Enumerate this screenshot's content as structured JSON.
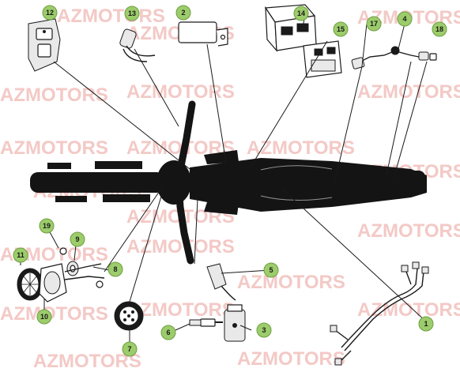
{
  "watermark": {
    "text": "AZMOTORS",
    "color": "#f3c9c6"
  },
  "badge_color": "#9ccc6b",
  "callouts": [
    {
      "label": "1"
    },
    {
      "label": "2"
    },
    {
      "label": "3"
    },
    {
      "label": "4"
    },
    {
      "label": "5"
    },
    {
      "label": "6"
    },
    {
      "label": "7"
    },
    {
      "label": "8"
    },
    {
      "label": "9"
    },
    {
      "label": "10"
    },
    {
      "label": "11"
    },
    {
      "label": "12"
    },
    {
      "label": "13"
    },
    {
      "label": "14"
    },
    {
      "label": "15"
    },
    {
      "label": "17"
    },
    {
      "label": "18"
    },
    {
      "label": "19"
    }
  ]
}
